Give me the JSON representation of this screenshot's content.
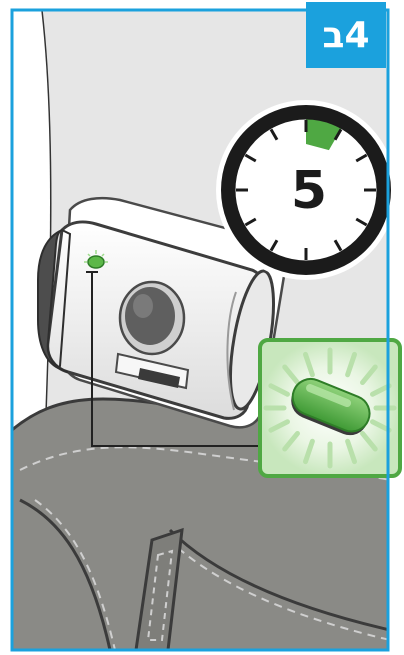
{
  "step_label": "4ב",
  "timer": {
    "minutes": "5",
    "elapsed_fraction": 0.083
  },
  "colors": {
    "border": "#1ba1dd",
    "badge": "#1ba1dd",
    "led_green": "#5cb848",
    "timer_wedge": "#4fa843",
    "callout_border": "#4fa843",
    "skin": "#e6e6e6",
    "pants": "#8a8a86",
    "device_body": "#f2f2f2",
    "device_cap": "#4d4d4d"
  },
  "icons": {
    "timer": "stopwatch-icon",
    "light": "green-light-icon"
  }
}
